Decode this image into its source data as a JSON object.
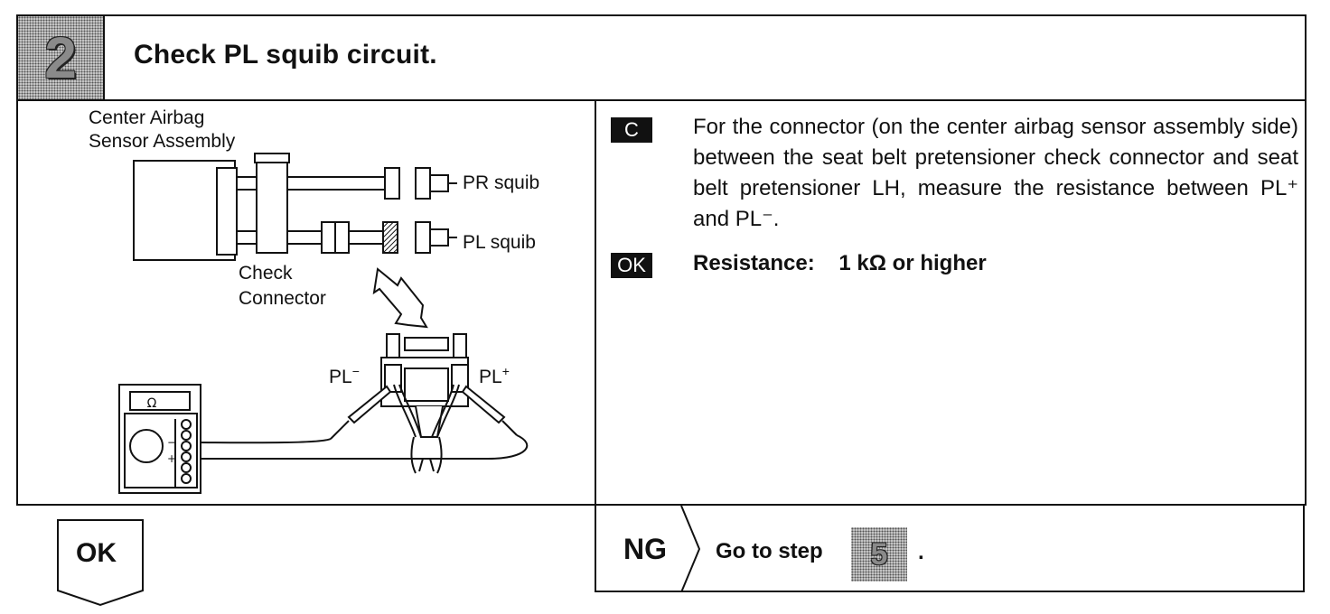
{
  "header": {
    "step_number": "2",
    "title": "Check PL squib circuit."
  },
  "diagram": {
    "label_sensor_line1": "Center Airbag",
    "label_sensor_line2": "Sensor Assembly",
    "label_pr_squib": "PR squib",
    "label_pl_squib": "PL squib",
    "label_check_line1": "Check",
    "label_check_line2": "Connector",
    "label_pl_minus": "PL",
    "label_pl_minus_sup": "−",
    "label_pl_plus": "PL",
    "label_pl_plus_sup": "+",
    "meter_symbol": "Ω",
    "meter_minus": "−",
    "meter_plus": "+"
  },
  "instruction": {
    "tag": "C",
    "text": "For the connector (on the center airbag sensor assembly side) between the seat belt pretensioner check connector and seat belt pretensioner LH, measure the resistance between PL⁺ and PL⁻."
  },
  "ok_spec": {
    "tag": "OK",
    "label": "Resistance:",
    "value": "1 kΩ or higher"
  },
  "footer": {
    "ok_label": "OK",
    "ng_label": "NG",
    "goto_text": "Go to step",
    "goto_step": "5",
    "goto_period": "."
  }
}
